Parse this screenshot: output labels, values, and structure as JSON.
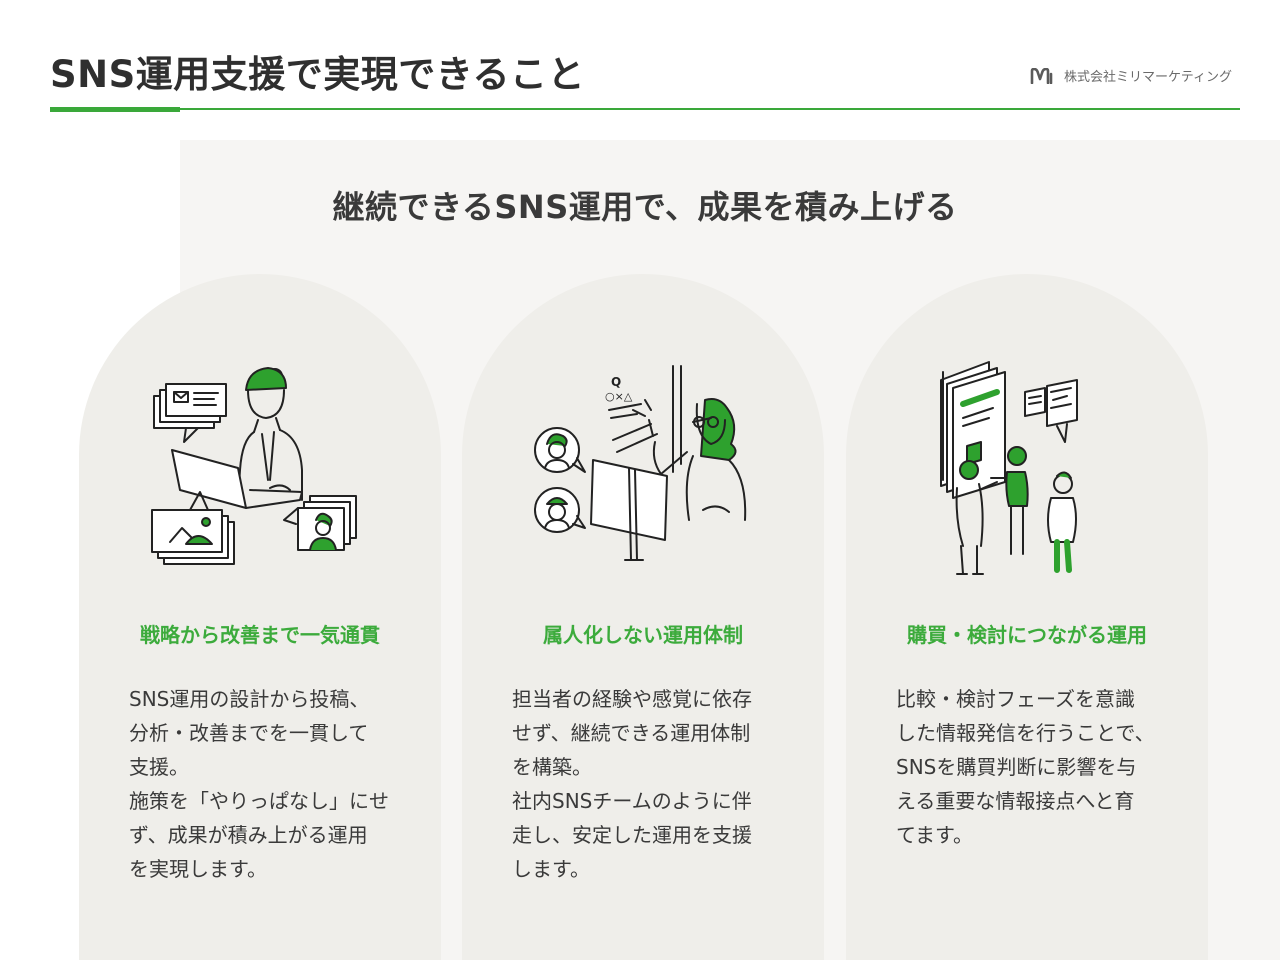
{
  "header": {
    "title": "SNS運用支援で実現できること"
  },
  "logo": {
    "company": "株式会社ミリマーケティング"
  },
  "subtitle": "継続できるSNS運用で、成果を積み上げる",
  "colors": {
    "accent": "#3aa83a",
    "panel": "#f6f5f3",
    "card": "#efeeea"
  },
  "cards": [
    {
      "heading": "戦略から改善まで一気通貫",
      "body": [
        "SNS運用の設計から投稿、\n分析・改善までを一貫して\n支援。",
        "施策を「やりっぱなし」にせ\nず、成果が積み上がる運用\nを実現します。"
      ],
      "icon": "woman-laptop-social-posts-icon"
    },
    {
      "heading": "属人化しない運用体制",
      "body": [
        "担当者の経験や感覚に依存\nせず、継続できる運用体制\nを構築。",
        "社内SNSチームのように伴\n走し、安定した運用を支援\nします。"
      ],
      "icon": "presenter-whiteboard-team-icon"
    },
    {
      "heading": "購買・検討につながる運用",
      "body": [
        "比較・検討フェーズを意識\nした情報発信を行うことで、\nSNSを購買判断に影響を与\nえる重要な情報接点へと育\nてます。"
      ],
      "icon": "people-discussing-board-icon"
    }
  ]
}
